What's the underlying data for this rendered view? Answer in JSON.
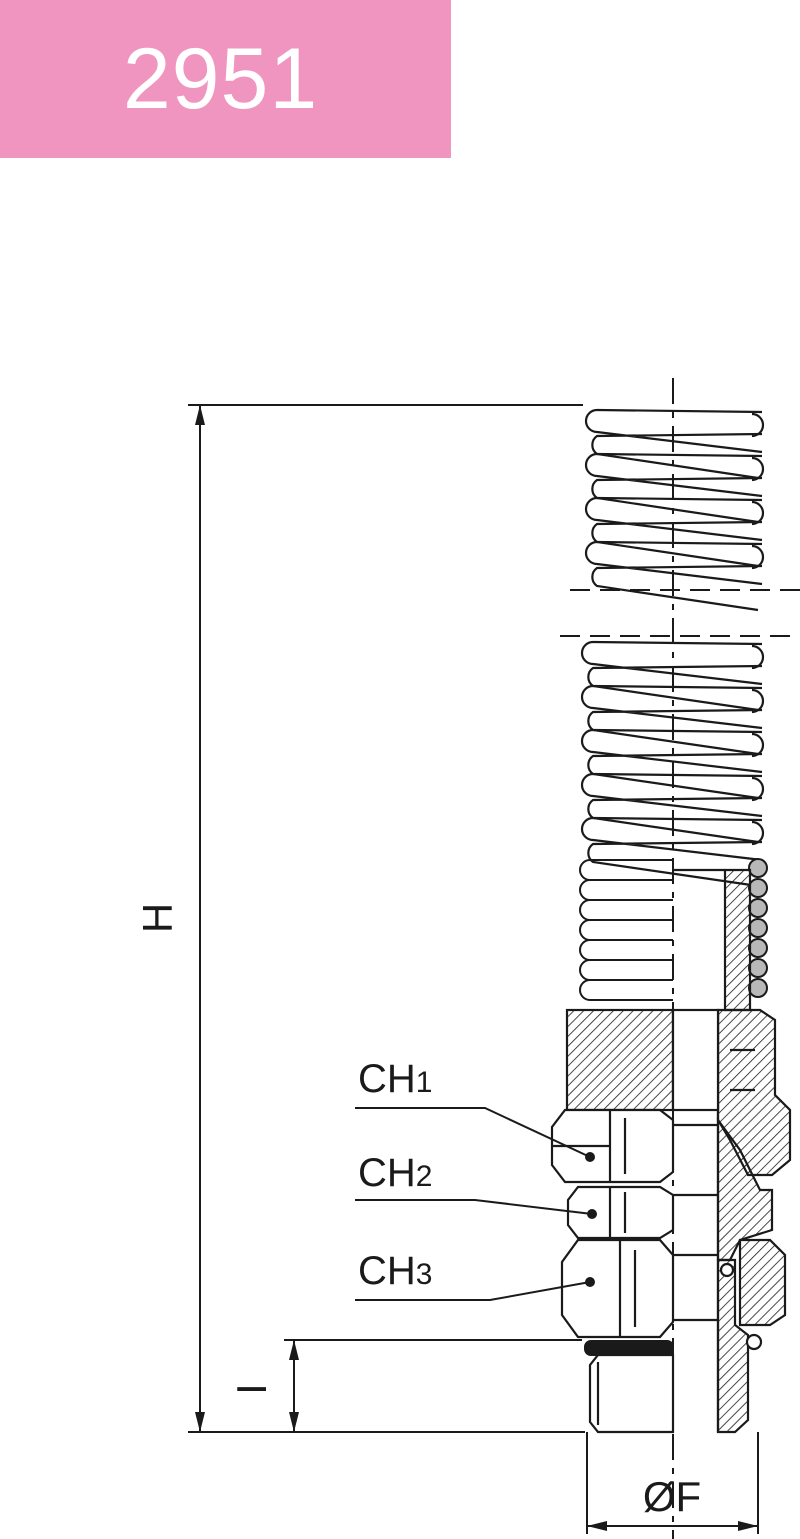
{
  "product": {
    "code": "2951",
    "banner_color": "#f095bf"
  },
  "dimensions": {
    "height_label": "H",
    "thread_length_label": "I",
    "diameter_label": "ØF"
  },
  "hex_labels": {
    "ch1": {
      "base": "CH",
      "sub": "1"
    },
    "ch2": {
      "base": "CH",
      "sub": "2"
    },
    "ch3": {
      "base": "CH",
      "sub": "3"
    }
  },
  "colors": {
    "line": "#1a1a1a",
    "ball_fill": "#b8b8b8"
  }
}
